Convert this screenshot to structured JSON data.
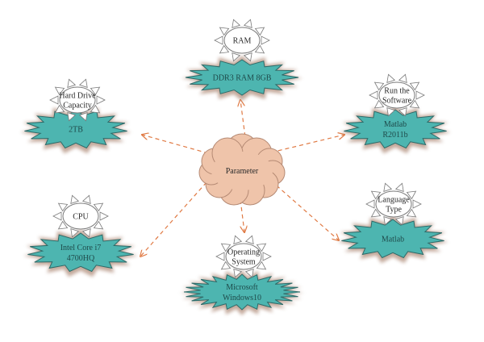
{
  "center": {
    "label": "Parameter"
  },
  "colors": {
    "cloud_fill": "#efc4aa",
    "cloud_stroke": "#b58a74",
    "star_fill": "#4db5b0",
    "star_stroke": "#2e6a68",
    "star_shadow": "#b08d7a",
    "arrow": "#e07a44",
    "sun_stroke": "#7a7a7a"
  },
  "nodes": [
    {
      "id": "ram",
      "title": [
        "RAM"
      ],
      "value": [
        "DDR3 RAM 8GB"
      ]
    },
    {
      "id": "hdd",
      "title": [
        "Hard Drive",
        "Capacity"
      ],
      "value": [
        "2TB"
      ]
    },
    {
      "id": "software",
      "title": [
        "Run the",
        "Software"
      ],
      "value": [
        "Matlab",
        "R2011b"
      ]
    },
    {
      "id": "cpu",
      "title": [
        "CPU"
      ],
      "value": [
        "Intel Core i7",
        "4700HQ"
      ]
    },
    {
      "id": "language",
      "title": [
        "Language",
        "Type"
      ],
      "value": [
        "Matlab"
      ]
    },
    {
      "id": "os",
      "title": [
        "Operating",
        "System"
      ],
      "value": [
        "Microsoft",
        "Windows10"
      ]
    }
  ]
}
